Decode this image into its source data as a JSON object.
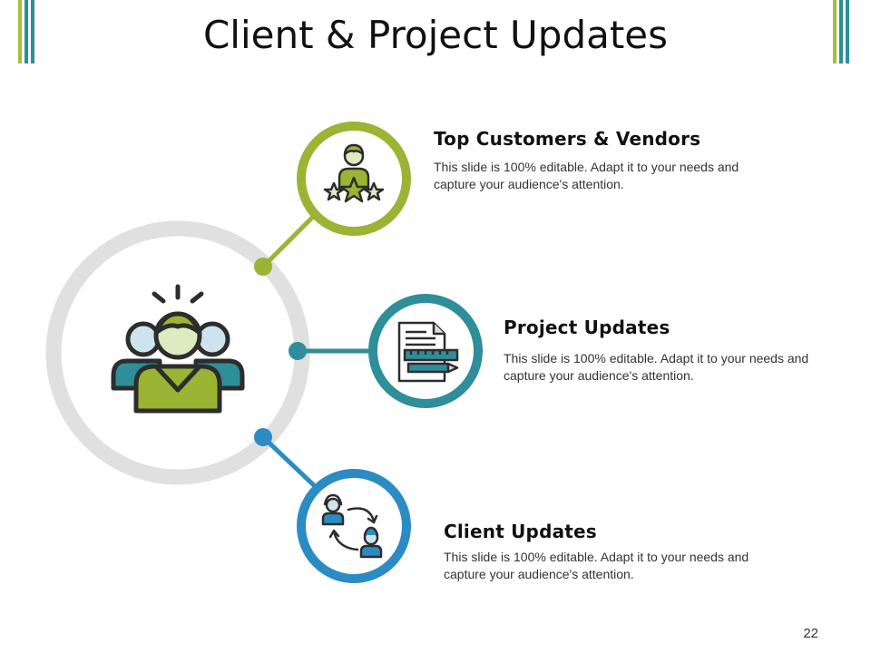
{
  "slide": {
    "title": "Client & Project Updates",
    "page_number": "22"
  },
  "colors": {
    "green": "#9bb433",
    "teal": "#2e8e99",
    "blue": "#2b8cc4",
    "ring_gray": "#e0e0e0",
    "icon_dark": "#2d2d2d",
    "deco_green": "#a6be3b",
    "deco_teal": "#2b8f9a"
  },
  "items": [
    {
      "title": "Top Customers & Vendors",
      "description": "This slide is 100% editable. Adapt it to your needs and capture your audience's attention.",
      "icon": "customer-star-rating-icon"
    },
    {
      "title": "Project Updates",
      "description": "This slide is 100% editable. Adapt it to your needs and capture your audience's attention.",
      "icon": "document-ruler-pencil-icon"
    },
    {
      "title": "Client Updates",
      "description": "This slide is 100% editable. Adapt it to your needs and capture your audience's attention.",
      "icon": "client-exchange-icon"
    }
  ],
  "center": {
    "icon": "team-group-icon"
  }
}
